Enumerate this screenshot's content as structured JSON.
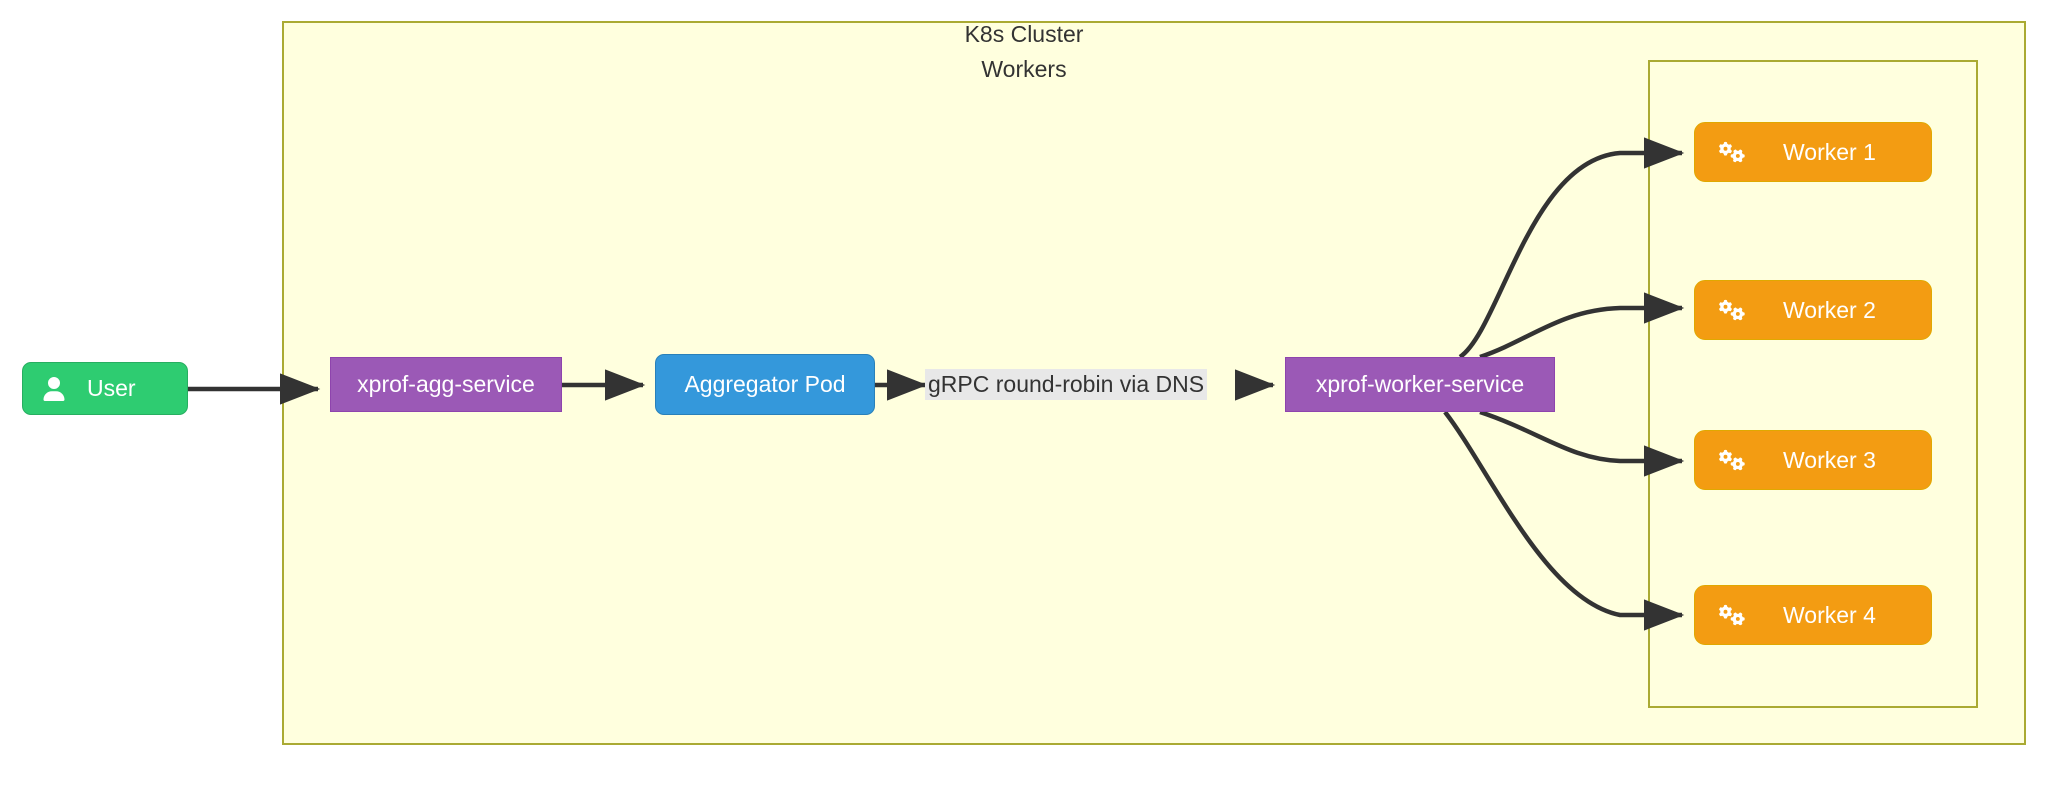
{
  "diagram": {
    "type": "flowchart",
    "clusters": [
      {
        "id": "k8s",
        "title": "K8s Cluster"
      },
      {
        "id": "workers",
        "title": "Workers"
      }
    ],
    "nodes": [
      {
        "id": "user",
        "label": "User",
        "icon": "user-icon",
        "shape": "rounded-rect",
        "color": "#2ecc71"
      },
      {
        "id": "agg-service",
        "label": "xprof-agg-service",
        "icon": null,
        "shape": "rect",
        "color": "#9b59b6"
      },
      {
        "id": "aggregator-pod",
        "label": "Aggregator Pod",
        "icon": null,
        "shape": "rounded-rect",
        "color": "#3498db"
      },
      {
        "id": "worker-service",
        "label": "xprof-worker-service",
        "icon": null,
        "shape": "rect",
        "color": "#9b59b6"
      },
      {
        "id": "worker-1",
        "label": "Worker 1",
        "icon": "cogs-icon",
        "shape": "rounded-rect",
        "color": "#f39c12"
      },
      {
        "id": "worker-2",
        "label": "Worker 2",
        "icon": "cogs-icon",
        "shape": "rounded-rect",
        "color": "#f39c12"
      },
      {
        "id": "worker-3",
        "label": "Worker 3",
        "icon": "cogs-icon",
        "shape": "rounded-rect",
        "color": "#f39c12"
      },
      {
        "id": "worker-4",
        "label": "Worker 4",
        "icon": "cogs-icon",
        "shape": "rounded-rect",
        "color": "#f39c12"
      }
    ],
    "edges": [
      {
        "from": "user",
        "to": "agg-service",
        "label": ""
      },
      {
        "from": "agg-service",
        "to": "aggregator-pod",
        "label": ""
      },
      {
        "from": "aggregator-pod",
        "to": "worker-service",
        "label": "gRPC round-robin via DNS"
      },
      {
        "from": "worker-service",
        "to": "worker-1",
        "label": ""
      },
      {
        "from": "worker-service",
        "to": "worker-2",
        "label": ""
      },
      {
        "from": "worker-service",
        "to": "worker-3",
        "label": ""
      },
      {
        "from": "worker-service",
        "to": "worker-4",
        "label": ""
      }
    ],
    "colors": {
      "cluster_fill": "#ffffde",
      "cluster_border": "#aaaa33",
      "edge_stroke": "#333333",
      "edge_label_bg": "#e8e8e8",
      "canvas": "#ffffff"
    }
  }
}
